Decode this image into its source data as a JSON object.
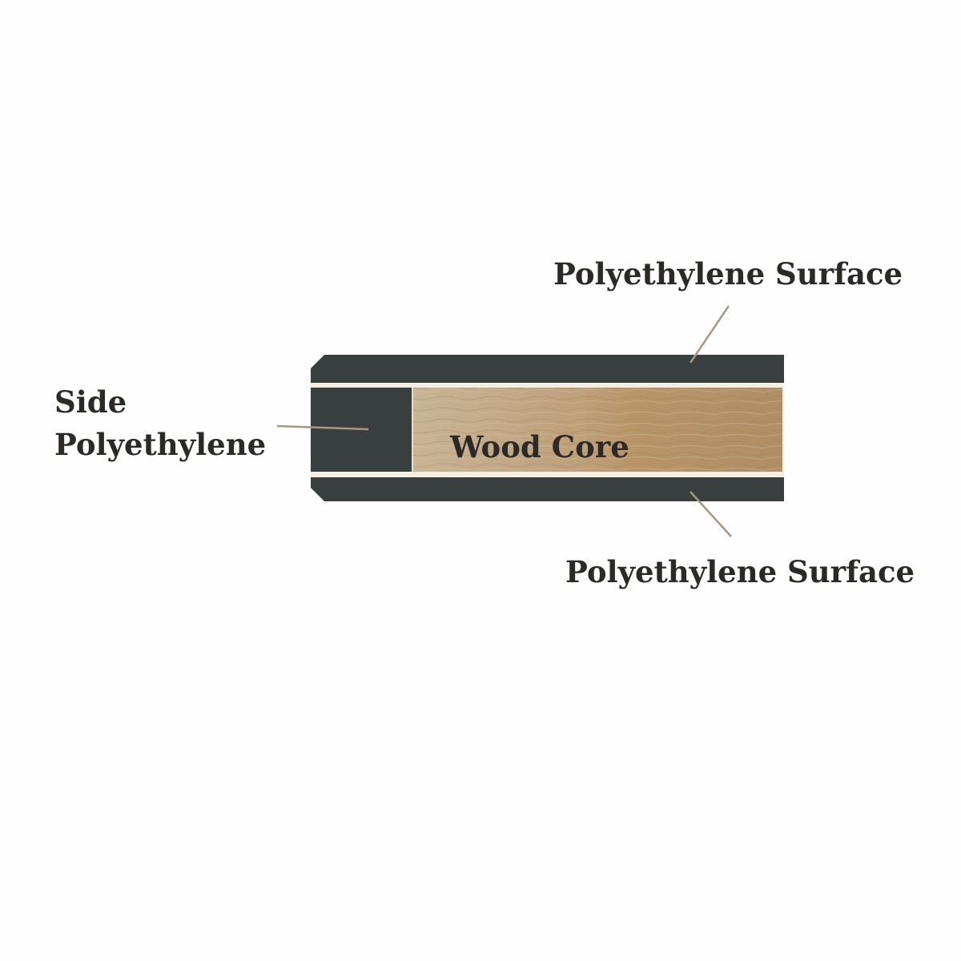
{
  "labels": {
    "surface_top": "Polyethylene Surface",
    "side_line1": "Side",
    "side_line2": "Polyethylene",
    "core": "Wood Core",
    "surface_bottom": "Polyethylene Surface"
  },
  "colors": {
    "background": "#fefefe",
    "polyethylene": "#393f3f",
    "separator": "#f4f1e8",
    "wood_light": "#c9b08e",
    "wood_dark": "#a58a66",
    "leader_line": "#a89684",
    "text": "#2b2a27"
  }
}
